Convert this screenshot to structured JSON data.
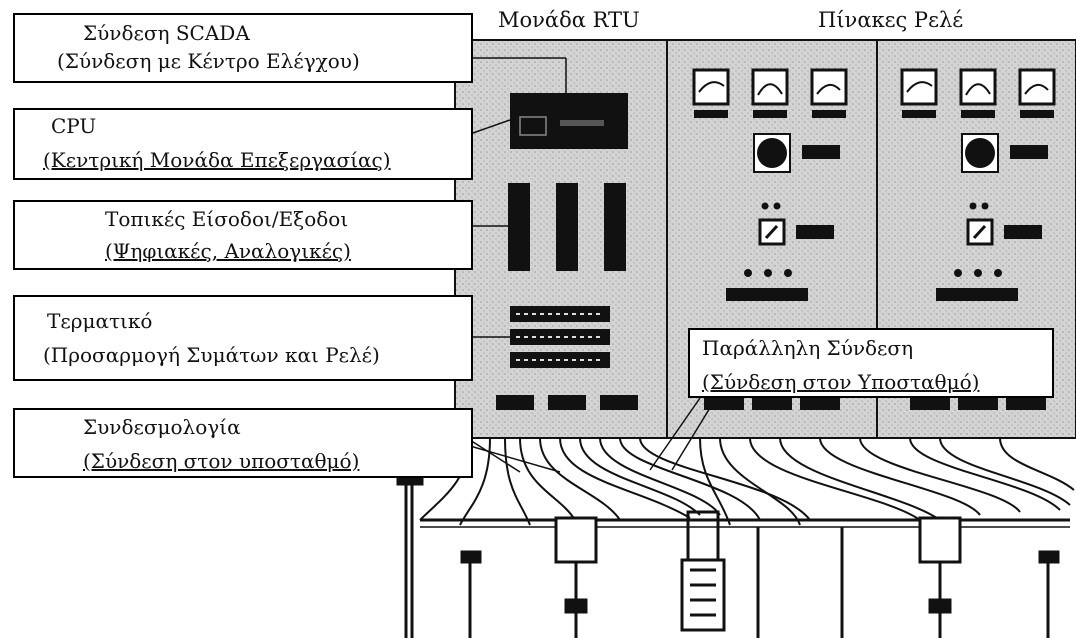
{
  "headers": {
    "rtu": "Μονάδα RTU",
    "relay_panels": "Πίνακες Ρελέ"
  },
  "labels": {
    "scada": {
      "line1": "Σύνδεση SCADA",
      "line2": "(Σύνδεση με Κέντρο Ελέγχου)"
    },
    "cpu": {
      "line1": "CPU",
      "line2": "(Κεντρική Μονάδα Επεξεργασίας)"
    },
    "io": {
      "line1": "Τοπικές Είσοδοι/Εξοδοι",
      "line2": "(Ψηφιακές, Αναλογικές)"
    },
    "terminal": {
      "line1": "Τερματικό",
      "line2": "(Προσαρμογή Συμάτων και Ρελέ)"
    },
    "parallel": {
      "line1": "Παράλληλη Σύνδεση",
      "line2": "(Σύνδεση στον Υποσταθμό)"
    },
    "wiring": {
      "line1": "Συνδεσμολογία",
      "line2": "(Σύνδεση στον υποσταθμό)"
    }
  },
  "colors": {
    "cabinet": "#d8d8d8",
    "ink": "#111111",
    "paper": "#ffffff"
  }
}
